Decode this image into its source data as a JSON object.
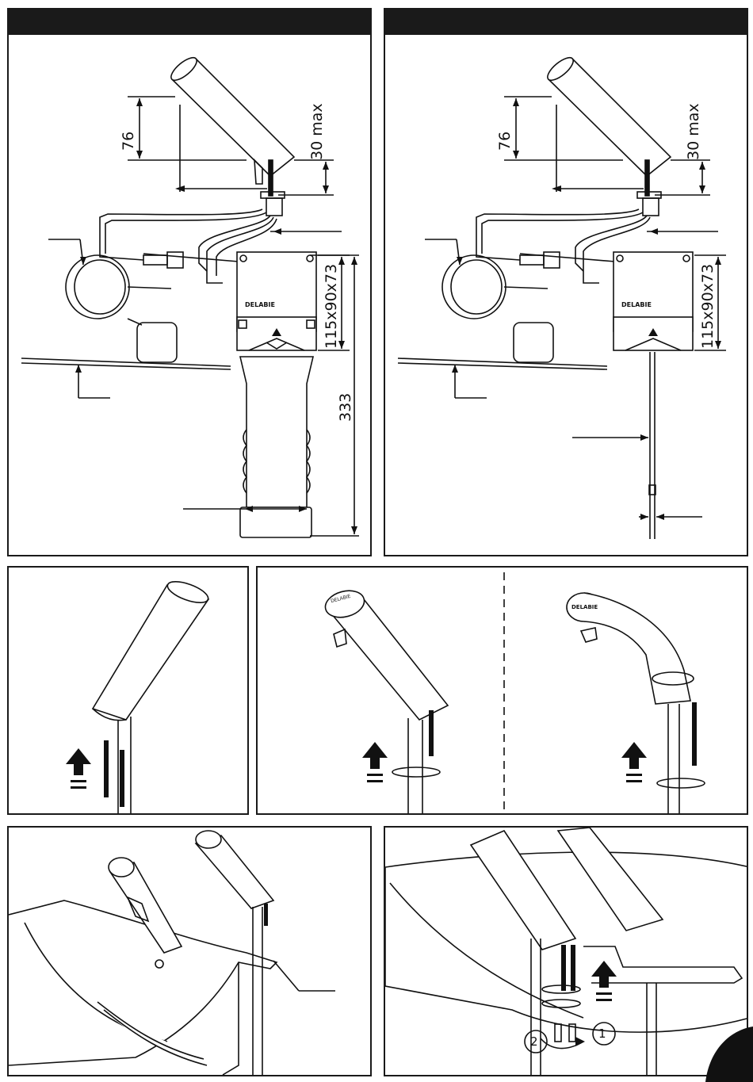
{
  "panels": {
    "a": {
      "dims": {
        "height": "76",
        "max": "30 max",
        "box": "115x90x73",
        "total": "333"
      },
      "brand": "DELABIE"
    },
    "b": {
      "dims": {
        "height": "76",
        "max": "30 max",
        "box": "115x90x73"
      },
      "brand": "DELABIE"
    },
    "d": {
      "brand": "DELABIE"
    },
    "e": {
      "brand": "DELABIE"
    },
    "g": {
      "steps": [
        "2",
        "1"
      ]
    }
  }
}
